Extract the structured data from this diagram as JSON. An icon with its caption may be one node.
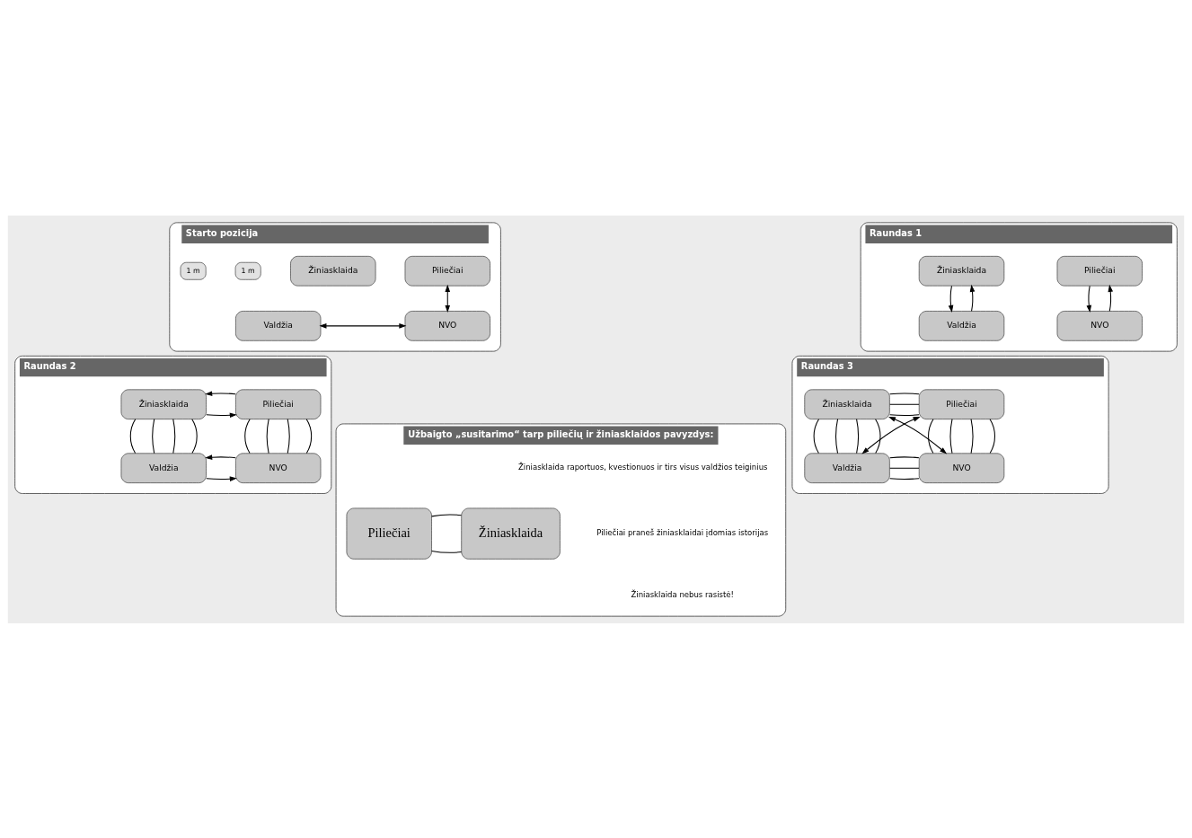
{
  "diagram": {
    "nodes": [
      {
        "text": [
          "Starto pozicija"
        ]
      },
      {
        "text": [
          "Piliečiai"
        ],
        "in": 0
      },
      {
        "text": [
          "Žiniasklaida"
        ],
        "in": 0
      },
      {
        "text": [
          "NVO"
        ],
        "in": 0
      },
      {
        "text": [
          "Valdžia"
        ],
        "in": 0
      },
      {
        "text": [
          "1 m"
        ],
        "in": 0
      },
      {
        "text": [
          "1 m"
        ],
        "in": 0
      },
      {
        "text": [
          "Raundas 1"
        ]
      },
      {
        "text": [
          "Piliečiai"
        ],
        "in": 7
      },
      {
        "text": [
          "Žiniasklaida"
        ],
        "in": 7
      },
      {
        "text": [
          "NVO"
        ],
        "in": 7
      },
      {
        "text": [
          "Valdžia"
        ],
        "in": 7
      },
      {
        "text": [
          "Raundas 2"
        ]
      },
      {
        "text": [
          "Piliečiai"
        ],
        "in": 12
      },
      {
        "text": [
          "Žiniasklaida"
        ],
        "in": 12
      },
      {
        "text": [
          "NVO"
        ],
        "in": 12
      },
      {
        "text": [
          "Valdžia"
        ],
        "in": 12
      },
      {
        "text": [
          "Raundas 3"
        ]
      },
      {
        "text": [
          "Piliečiai"
        ],
        "in": 17
      },
      {
        "text": [
          "Žiniasklaida"
        ],
        "in": 17
      },
      {
        "text": [
          "NVO"
        ],
        "in": 17
      },
      {
        "text": [
          "Valdžia"
        ],
        "in": 17
      },
      {
        "text": [
          "Užbaigto „susitarimo“ tarp piliečių ir žiniasklaidos pavyzdys:"
        ]
      },
      {
        "text": [
          "Piliečiai"
        ],
        "in": 22
      },
      {
        "text": [
          "Žiniasklaida"
        ],
        "in": 22
      }
    ],
    "edges": [
      {
        "from": 1,
        "to": 3,
        "arrow": "both"
      },
      {
        "from": 3,
        "to": 4,
        "arrow": "both"
      },
      {
        "from": 8,
        "to": 10,
        "arrow": "to"
      },
      {
        "from": 10,
        "to": 8,
        "arrow": "to"
      },
      {
        "from": 9,
        "to": 11,
        "arrow": "to"
      },
      {
        "from": 11,
        "to": 9,
        "arrow": "to"
      },
      {
        "from": 14,
        "to": 13,
        "arrow": "to"
      },
      {
        "from": 13,
        "to": 14,
        "arrow": "to"
      },
      {
        "from": 13,
        "to": 15,
        "arrow": "none"
      },
      {
        "from": 13,
        "to": 15,
        "arrow": "none"
      },
      {
        "from": 13,
        "to": 15,
        "arrow": "none"
      },
      {
        "from": 13,
        "to": 15,
        "arrow": "none"
      },
      {
        "from": 14,
        "to": 16,
        "arrow": "none"
      },
      {
        "from": 14,
        "to": 16,
        "arrow": "none"
      },
      {
        "from": 14,
        "to": 16,
        "arrow": "none"
      },
      {
        "from": 14,
        "to": 16,
        "arrow": "none"
      },
      {
        "from": 16,
        "to": 15,
        "arrow": "to"
      },
      {
        "from": 15,
        "to": 16,
        "arrow": "to"
      },
      {
        "from": 18,
        "to": 19,
        "arrow": "none"
      },
      {
        "from": 18,
        "to": 19,
        "arrow": "none"
      },
      {
        "from": 18,
        "to": 19,
        "arrow": "none"
      },
      {
        "from": 18,
        "to": 20,
        "arrow": "none"
      },
      {
        "from": 18,
        "to": 20,
        "arrow": "none"
      },
      {
        "from": 18,
        "to": 20,
        "arrow": "none"
      },
      {
        "from": 18,
        "to": 20,
        "arrow": "none"
      },
      {
        "from": 19,
        "to": 21,
        "arrow": "none"
      },
      {
        "from": 19,
        "to": 21,
        "arrow": "none"
      },
      {
        "from": 19,
        "to": 21,
        "arrow": "none"
      },
      {
        "from": 19,
        "to": 21,
        "arrow": "none"
      },
      {
        "from": 18,
        "to": 21,
        "arrow": "both"
      },
      {
        "from": 19,
        "to": 20,
        "arrow": "both"
      },
      {
        "from": 20,
        "to": 21,
        "arrow": "none"
      },
      {
        "from": 20,
        "to": 21,
        "arrow": "none"
      },
      {
        "from": 20,
        "to": 21,
        "arrow": "none"
      },
      {
        "from": 23,
        "to": 24,
        "arrow": "none"
      },
      {
        "from": 23,
        "to": 24,
        "arrow": "none"
      }
    ],
    "labels": [
      "Žiniasklaida raportuos, kvestionuos ir tirs visus valdžios teiginius",
      "Piliečiai praneš žiniasklaidai įdomias istorijas",
      "Žiniasklaida nebus rasistė!"
    ]
  }
}
